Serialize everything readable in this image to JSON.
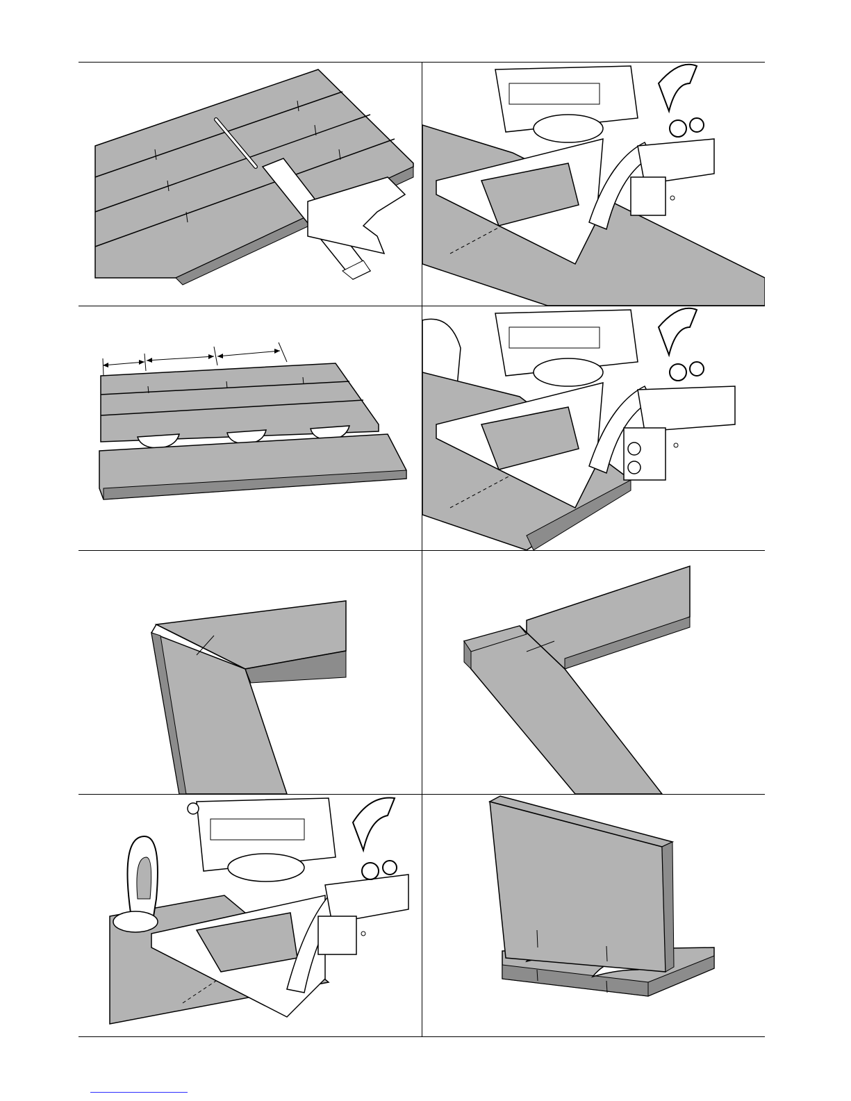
{
  "page": {
    "panel_count": 8,
    "colors": {
      "wood": "#b3b3b3",
      "wood_dark": "#8c8c8c",
      "ink": "#000000",
      "metal": "#ffffff",
      "link": "#2b2bff"
    }
  },
  "illustrations": [
    {
      "id": "fig-1",
      "icon": "marking-with-square-icon"
    },
    {
      "id": "fig-2",
      "icon": "biscuit-joiner-on-board-icon"
    },
    {
      "id": "fig-3",
      "icon": "spacing-marks-icon"
    },
    {
      "id": "fig-4",
      "icon": "biscuit-joiner-edge-cut-icon"
    },
    {
      "id": "fig-5",
      "icon": "mitre-corner-joint-icon"
    },
    {
      "id": "fig-6",
      "icon": "butt-corner-joint-icon"
    },
    {
      "id": "fig-7",
      "icon": "biscuit-joiner-with-clamp-icon"
    },
    {
      "id": "fig-8",
      "icon": "t-joint-with-biscuits-icon"
    }
  ]
}
